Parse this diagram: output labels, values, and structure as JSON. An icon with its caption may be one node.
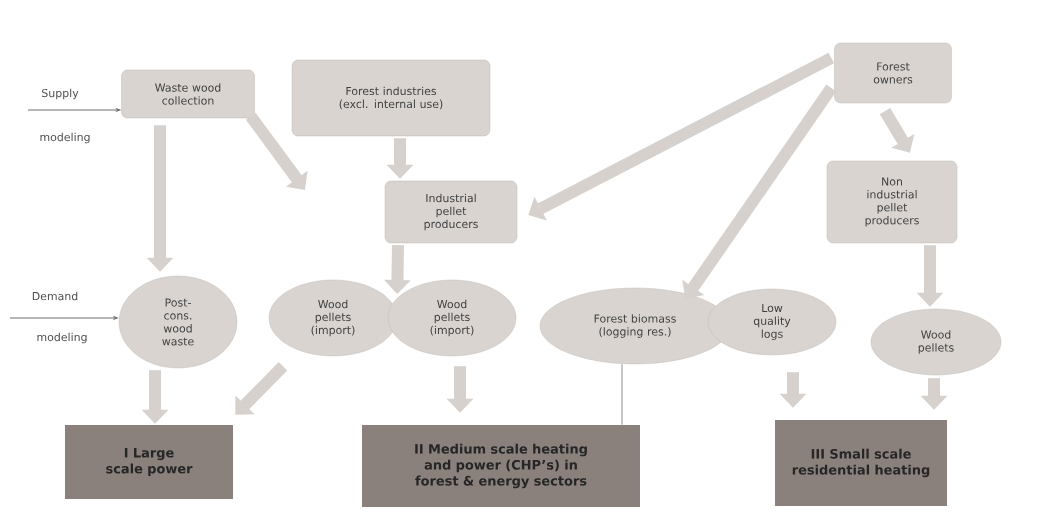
{
  "diagram": {
    "nodes": [
      {
        "text": [
          "Waste wood collection"
        ]
      },
      {
        "text": [
          "Forest industries (excl. internal use)"
        ]
      },
      {
        "text": [
          "Forest owners"
        ]
      },
      {
        "text": [
          "Industrial pellet producers"
        ]
      },
      {
        "text": [
          "Non industrial pellet producers"
        ]
      },
      {
        "text": [
          "Post-cons. wood waste"
        ]
      },
      {
        "text": [
          "Wood pellets (import)"
        ]
      },
      {
        "text": [
          "Wood pellets (import)"
        ]
      },
      {
        "text": [
          "Forest biomass (logging res.)"
        ]
      },
      {
        "text": [
          "Low quality logs"
        ]
      },
      {
        "text": [
          "Wood pellets"
        ]
      },
      {
        "text": [
          "I Large scale power"
        ]
      },
      {
        "text": [
          "II Medium scale heating and power (CHP’s) in forest & energy sectors"
        ]
      },
      {
        "text": [
          "III Small scale residential heating"
        ]
      }
    ],
    "edges": [
      {
        "from": null,
        "to": 0,
        "arrow": "to",
        "color": "#6e6e6e"
      },
      {
        "from": null,
        "to": 5,
        "arrow": "to",
        "color": "#6e6e6e"
      },
      {
        "from": 0,
        "to": 5,
        "arrow": "to"
      },
      {
        "from": 0,
        "to": null,
        "arrow": "to"
      },
      {
        "from": 1,
        "to": 3,
        "arrow": "to"
      },
      {
        "from": 2,
        "to": 3,
        "arrow": "to"
      },
      {
        "from": 2,
        "to": 8,
        "arrow": "to"
      },
      {
        "from": 2,
        "to": 4,
        "arrow": "to"
      },
      {
        "from": 3,
        "to": 6,
        "arrow": "to"
      },
      {
        "from": 4,
        "to": 10,
        "arrow": "to"
      },
      {
        "from": 5,
        "to": 11,
        "arrow": "to"
      },
      {
        "from": 6,
        "to": 11,
        "arrow": "to"
      },
      {
        "from": 7,
        "to": 12,
        "arrow": "to"
      },
      {
        "from": 8,
        "to": 12,
        "arrow": "none"
      },
      {
        "from": 9,
        "to": 13,
        "arrow": "to"
      },
      {
        "from": 10,
        "to": 13,
        "arrow": "to"
      }
    ],
    "labels": [
      "Supply",
      "modeling",
      "Demand",
      "modeling"
    ]
  }
}
